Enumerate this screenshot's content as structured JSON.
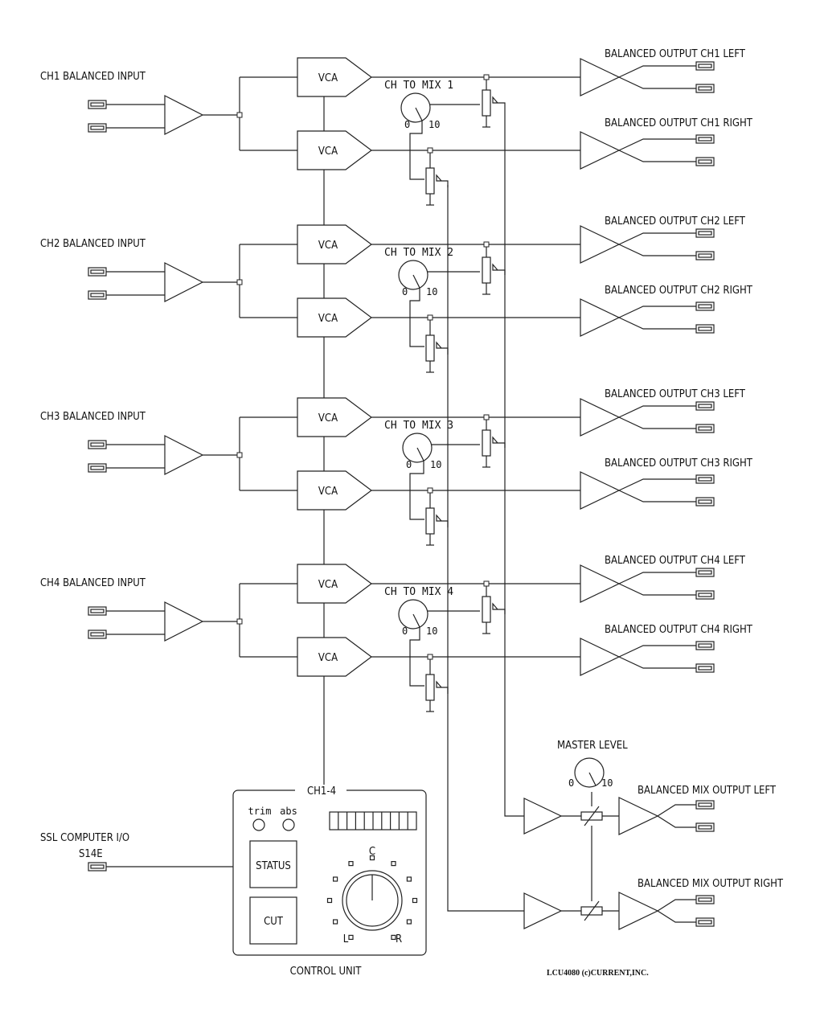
{
  "channels": [
    {
      "input_label": "CH1 BALANCED INPUT",
      "mix_label": "CH TO MIX 1",
      "out_left_label": "BALANCED OUTPUT CH1 LEFT",
      "out_right_label": "BALANCED OUTPUT CH1 RIGHT"
    },
    {
      "input_label": "CH2 BALANCED INPUT",
      "mix_label": "CH TO MIX 2",
      "out_left_label": "BALANCED OUTPUT CH2 LEFT",
      "out_right_label": "BALANCED OUTPUT CH2 RIGHT"
    },
    {
      "input_label": "CH3 BALANCED INPUT",
      "mix_label": "CH TO MIX 3",
      "out_left_label": "BALANCED OUTPUT CH3 LEFT",
      "out_right_label": "BALANCED OUTPUT CH3 RIGHT"
    },
    {
      "input_label": "CH4 BALANCED INPUT",
      "mix_label": "CH TO MIX 4",
      "out_left_label": "BALANCED OUTPUT CH4 LEFT",
      "out_right_label": "BALANCED OUTPUT CH4 RIGHT"
    }
  ],
  "vca_label": "VCA",
  "dial_min": "0",
  "dial_max": "10",
  "master_level_label": "MASTER LEVEL",
  "mix_out_left_label": "BALANCED MIX OUTPUT LEFT",
  "mix_out_right_label": "BALANCED MIX OUTPUT RIGHT",
  "control_unit": {
    "header": "CH1-4",
    "trim_label": "trim",
    "abs_label": "abs",
    "status_label": "STATUS",
    "cut_label": "CUT",
    "pan_center": "C",
    "pan_left": "L",
    "pan_right": "R",
    "caption": "CONTROL UNIT",
    "meter_segments": 10
  },
  "computer_io_label": "SSL COMPUTER I/O",
  "computer_io_model": "S14E",
  "credit": "LCU4080 (c)CURRENT,INC."
}
